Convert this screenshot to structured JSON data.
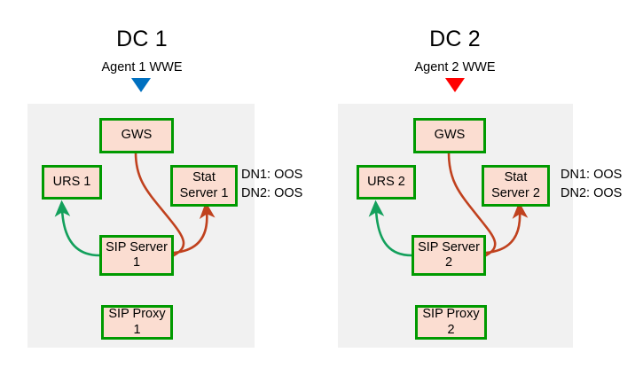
{
  "diagram": {
    "title_left": "DC 1",
    "title_right": "DC 2",
    "background": "#ffffff",
    "panel_color": "#f1f1f1",
    "node_border_color": "#009A00",
    "node_fill_color": "#fbddd1",
    "green_edge_color": "#13a05c",
    "red_edge_color": "#c0411e",
    "agent1_marker_color": "#0070c0",
    "agent2_marker_color": "#ff0000"
  },
  "dc1": {
    "title": "DC 1",
    "agent_label": "Agent 1 WWE",
    "agent_marker": "down-triangle-blue",
    "nodes": {
      "gws": "GWS",
      "urs": "URS 1",
      "stat_server": "Stat\nServer 1",
      "sip_server": "SIP Server\n1",
      "sip_proxy": "SIP Proxy 1"
    },
    "dn_status": {
      "dn1": "DN1: OOS",
      "dn2": "DN2: OOS"
    }
  },
  "dc2": {
    "title": "DC 2",
    "agent_label": "Agent 2 WWE",
    "agent_marker": "down-triangle-red",
    "nodes": {
      "gws": "GWS",
      "urs": "URS 2",
      "stat_server": "Stat\nServer 2",
      "sip_server": "SIP Server\n2",
      "sip_proxy": "SIP Proxy 2"
    },
    "dn_status": {
      "dn1": "DN1: OOS",
      "dn2": "DN2: OOS"
    }
  }
}
